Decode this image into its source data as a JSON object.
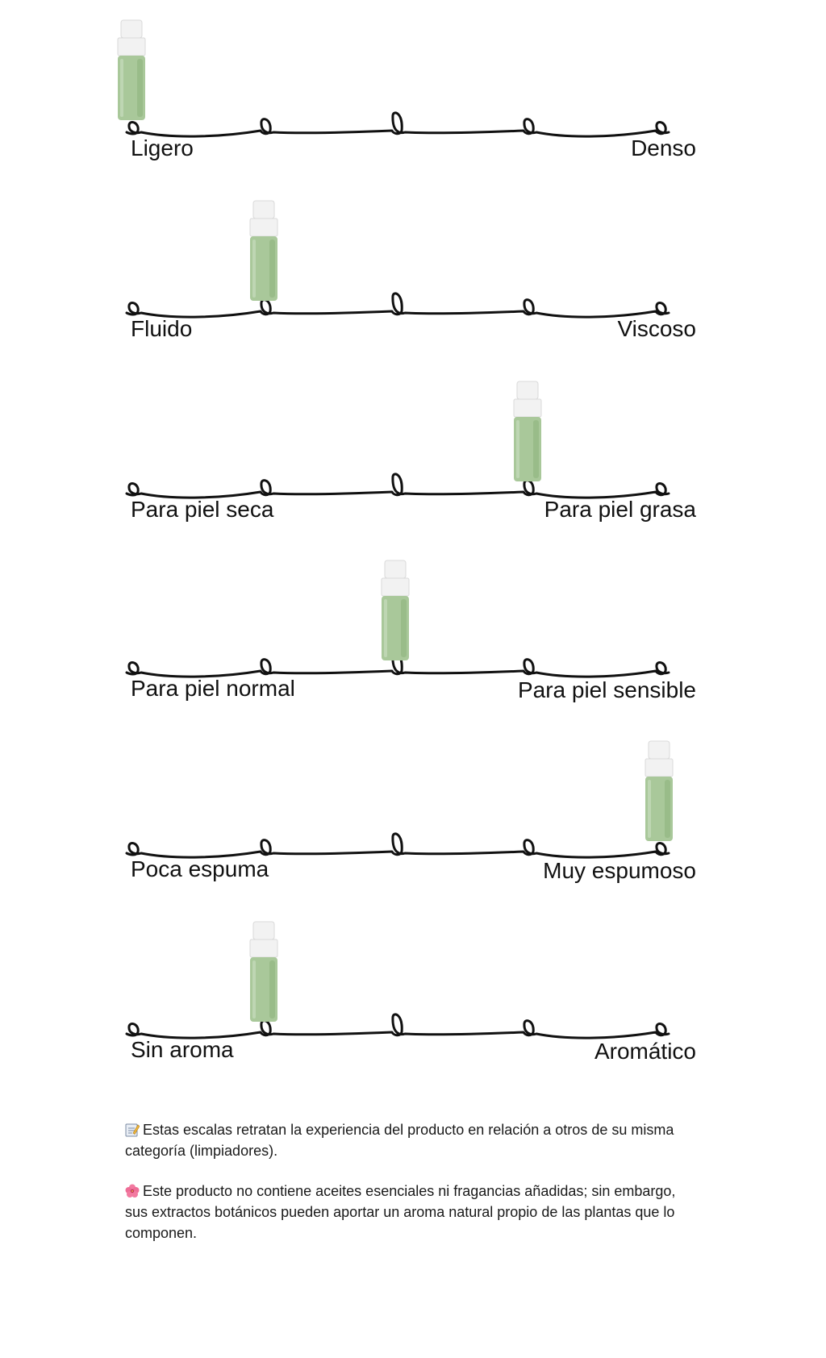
{
  "bottle_colors": {
    "cap": "#f2f2f2",
    "cap_shade": "#d9d9d9",
    "body": "#a9c89a",
    "body_shade": "#8fb47f"
  },
  "scales": [
    {
      "left_label": "Ligero",
      "right_label": "Denso",
      "position": 0.0
    },
    {
      "left_label": "Fluido",
      "right_label": "Viscoso",
      "position": 0.25
    },
    {
      "left_label": "Para piel seca",
      "right_label": "Para piel grasa",
      "position": 0.75
    },
    {
      "left_label": "Para piel normal",
      "right_label": "Para piel sensible",
      "position": 0.5
    },
    {
      "left_label": "Poca espuma",
      "right_label": "Muy espumoso",
      "position": 1.0
    },
    {
      "left_label": "Sin aroma",
      "right_label": "Aromático",
      "position": 0.25
    }
  ],
  "notes": {
    "note1_icon": "memo-icon",
    "note1": "Estas escalas retratan la experiencia del producto en relación a otros de su misma categoría (limpiadores).",
    "note2_icon": "hibiscus-icon",
    "note2": "Este producto no contiene aceites esenciales ni fragancias añadidas; sin embargo, sus extractos botánicos pueden aportar un aroma natural propio de las plantas que lo componen."
  }
}
